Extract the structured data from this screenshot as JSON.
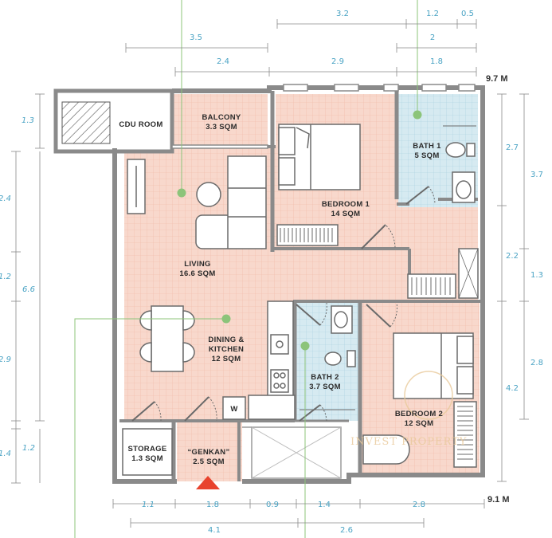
{
  "rooms": {
    "cdu": {
      "name": "CDU ROOM"
    },
    "balcony": {
      "name": "BALCONY",
      "area": "3.3 SQM"
    },
    "bedroom1": {
      "name": "BEDROOM 1",
      "area": "14 SQM"
    },
    "bath1": {
      "name": "BATH 1",
      "area": "5 SQM"
    },
    "living": {
      "name": "LIVING",
      "area": "16.6 SQM"
    },
    "dining": {
      "name": "DINING &",
      "name2": "KITCHEN",
      "area": "12 SQM"
    },
    "bath2": {
      "name": "BATH 2",
      "area": "3.7 SQM"
    },
    "bedroom2": {
      "name": "BEDROOM 2",
      "area": "12 SQM"
    },
    "storage": {
      "name": "STORAGE",
      "area": "1.3 SQM"
    },
    "genkan": {
      "name": "“GENKAN”",
      "area": "2.5 SQM"
    },
    "washer": {
      "name": "W"
    }
  },
  "overall": {
    "top": "9.7 M",
    "bottom": "9.1 M"
  },
  "dims": {
    "top": [
      "3.2",
      "1.2",
      "0.5",
      "3.5",
      "2",
      "2.4",
      "2.9",
      "1.8"
    ],
    "bottom": [
      "1.1",
      "1.8",
      "0.9",
      "1.4",
      "2.8",
      "4.1",
      "2.6"
    ],
    "left": [
      "1.3",
      "2.4",
      "1.2",
      "6.6",
      "2.9",
      "1.2",
      "1.4"
    ],
    "right": [
      "2.7",
      "3.7",
      "2.2",
      "1.3",
      "2.8",
      "4.2"
    ]
  },
  "watermark": "INVEST PROPERTY",
  "colors": {
    "floor": "#f8d8cc",
    "bath": "#cfe6ef",
    "wall": "#8a8a8a",
    "dim": "#4aa3c4",
    "marker": "#8cc47a",
    "entrance": "#e8432e"
  }
}
